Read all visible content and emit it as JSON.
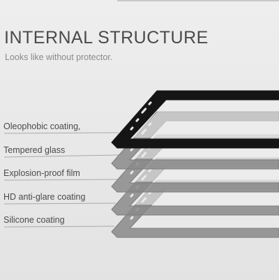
{
  "header": {
    "title": "INTERNAL STRUCTURE",
    "subtitle": "Looks like without protector."
  },
  "layers": [
    {
      "label": "Oleophobic coating,"
    },
    {
      "label": "Tempered glass"
    },
    {
      "label": "Explosion-proof film"
    },
    {
      "label": "HD anti-glare coating"
    },
    {
      "label": "Silicone coating"
    }
  ],
  "colors": {
    "background": "#e9e9e9",
    "frame_dark": "#151515",
    "frame_gray": "#7c7c7c",
    "leader_line": "#a9a9a9"
  }
}
